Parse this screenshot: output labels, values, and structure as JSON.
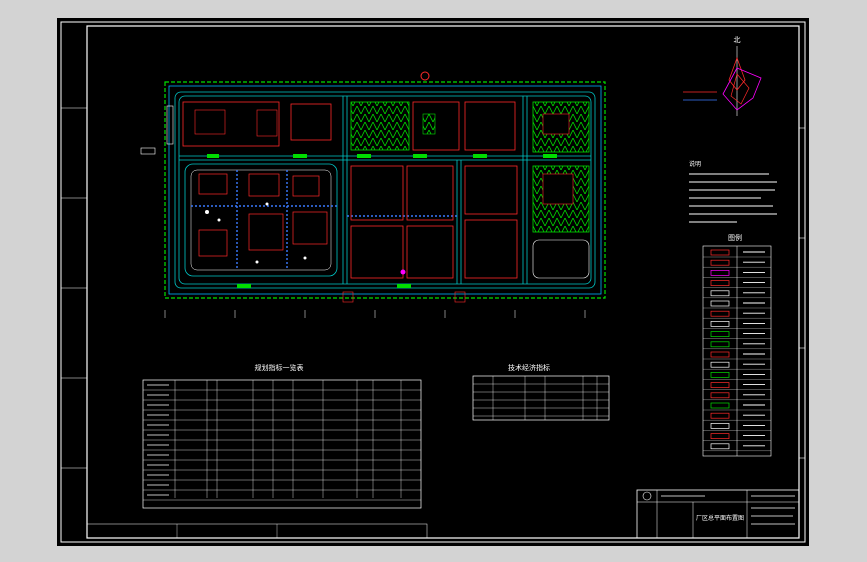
{
  "drawing": {
    "table1_title": "规划指标一览表",
    "table2_title": "技术经济指标",
    "legend_title": "图例",
    "title_block_name": "厂区总平面布置图",
    "north_label": "北",
    "notes_title": "说明"
  },
  "colors": {
    "background": "#000000",
    "frame": "#ffffff",
    "road": "#00c8c8",
    "boundary": "#00ff00",
    "building": "#ff2a2a",
    "greenery": "#00dd00",
    "pipe": "#3b7bff",
    "accent": "#ff00ff"
  },
  "icons": {
    "north_arrow": "compass-rose-icon",
    "logo": "institute-logo-icon"
  }
}
